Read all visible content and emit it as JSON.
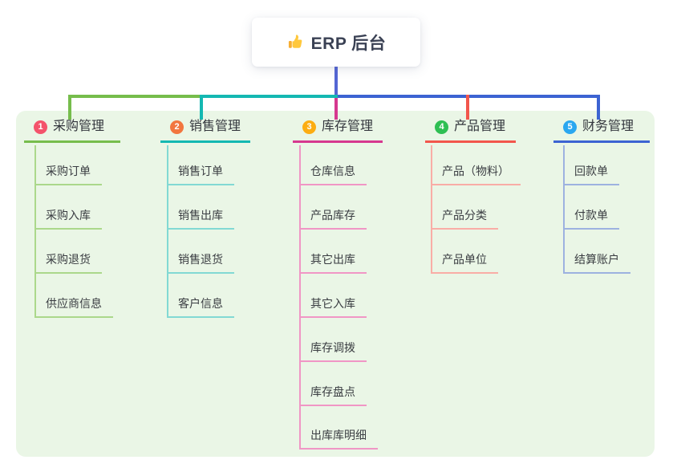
{
  "root": {
    "title": "ERP 后台",
    "icon": "thumbs-up-icon"
  },
  "branches": [
    {
      "badge": "1",
      "label": "采购管理",
      "badge_color": "#F4536B",
      "line_color": "#76BD4C",
      "child_line_color": "#ABD88B",
      "children": [
        "采购订单",
        "采购入库",
        "采购退货",
        "供应商信息"
      ]
    },
    {
      "badge": "2",
      "label": "销售管理",
      "badge_color": "#F2763F",
      "line_color": "#14B8B2",
      "child_line_color": "#82D9D4",
      "children": [
        "销售订单",
        "销售出库",
        "销售退货",
        "客户信息"
      ]
    },
    {
      "badge": "3",
      "label": "库存管理",
      "badge_color": "#FCAD12",
      "line_color": "#D6388F",
      "child_line_color": "#F096C5",
      "children": [
        "仓库信息",
        "产品库存",
        "其它出库",
        "其它入库",
        "库存调拨",
        "库存盘点",
        "出库库明细"
      ]
    },
    {
      "badge": "4",
      "label": "产品管理",
      "badge_color": "#2FBF53",
      "line_color": "#F2564C",
      "child_line_color": "#F9ADA6",
      "children": [
        "产品（物料）",
        "产品分类",
        "产品单位"
      ]
    },
    {
      "badge": "5",
      "label": "财务管理",
      "badge_color": "#2AA7F0",
      "line_color": "#3C63D2",
      "child_line_color": "#9DB2E0",
      "children": [
        "回款单",
        "付款单",
        "结算账户"
      ]
    }
  ],
  "colors": {
    "root_connector": "#5466D4",
    "panel_bg": "#EAF6E6",
    "canvas_bg": "#FFFFFF",
    "text": "#33363D"
  }
}
